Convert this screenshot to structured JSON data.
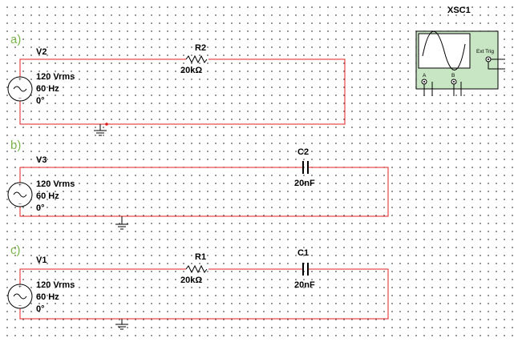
{
  "sections": [
    {
      "label": "a)",
      "source": {
        "name": "V2",
        "voltage": "120 Vrms",
        "frequency": "60 Hz",
        "phase": "0°"
      },
      "resistor": {
        "name": "R2",
        "value": "20kΩ"
      }
    },
    {
      "label": "b)",
      "source": {
        "name": "V3",
        "voltage": "120 Vrms",
        "frequency": "60 Hz",
        "phase": "0°"
      },
      "capacitor": {
        "name": "C2",
        "value": "20nF"
      }
    },
    {
      "label": "c)",
      "source": {
        "name": "V1",
        "voltage": "120 Vrms",
        "frequency": "60 Hz",
        "phase": "0°"
      },
      "resistor": {
        "name": "R1",
        "value": "20kΩ"
      },
      "capacitor": {
        "name": "C1",
        "value": "20nF"
      }
    }
  ],
  "oscilloscope": {
    "name": "XSC1",
    "ext_trig_label": "Ext Trig",
    "channel_a": "A",
    "channel_b": "B",
    "icon": "oscilloscope-icon"
  },
  "colors": {
    "wire": "#e02020",
    "section_label": "#7ab648",
    "scope_body": "#c8e6c4",
    "grid_dot": "#3a3a3a"
  }
}
